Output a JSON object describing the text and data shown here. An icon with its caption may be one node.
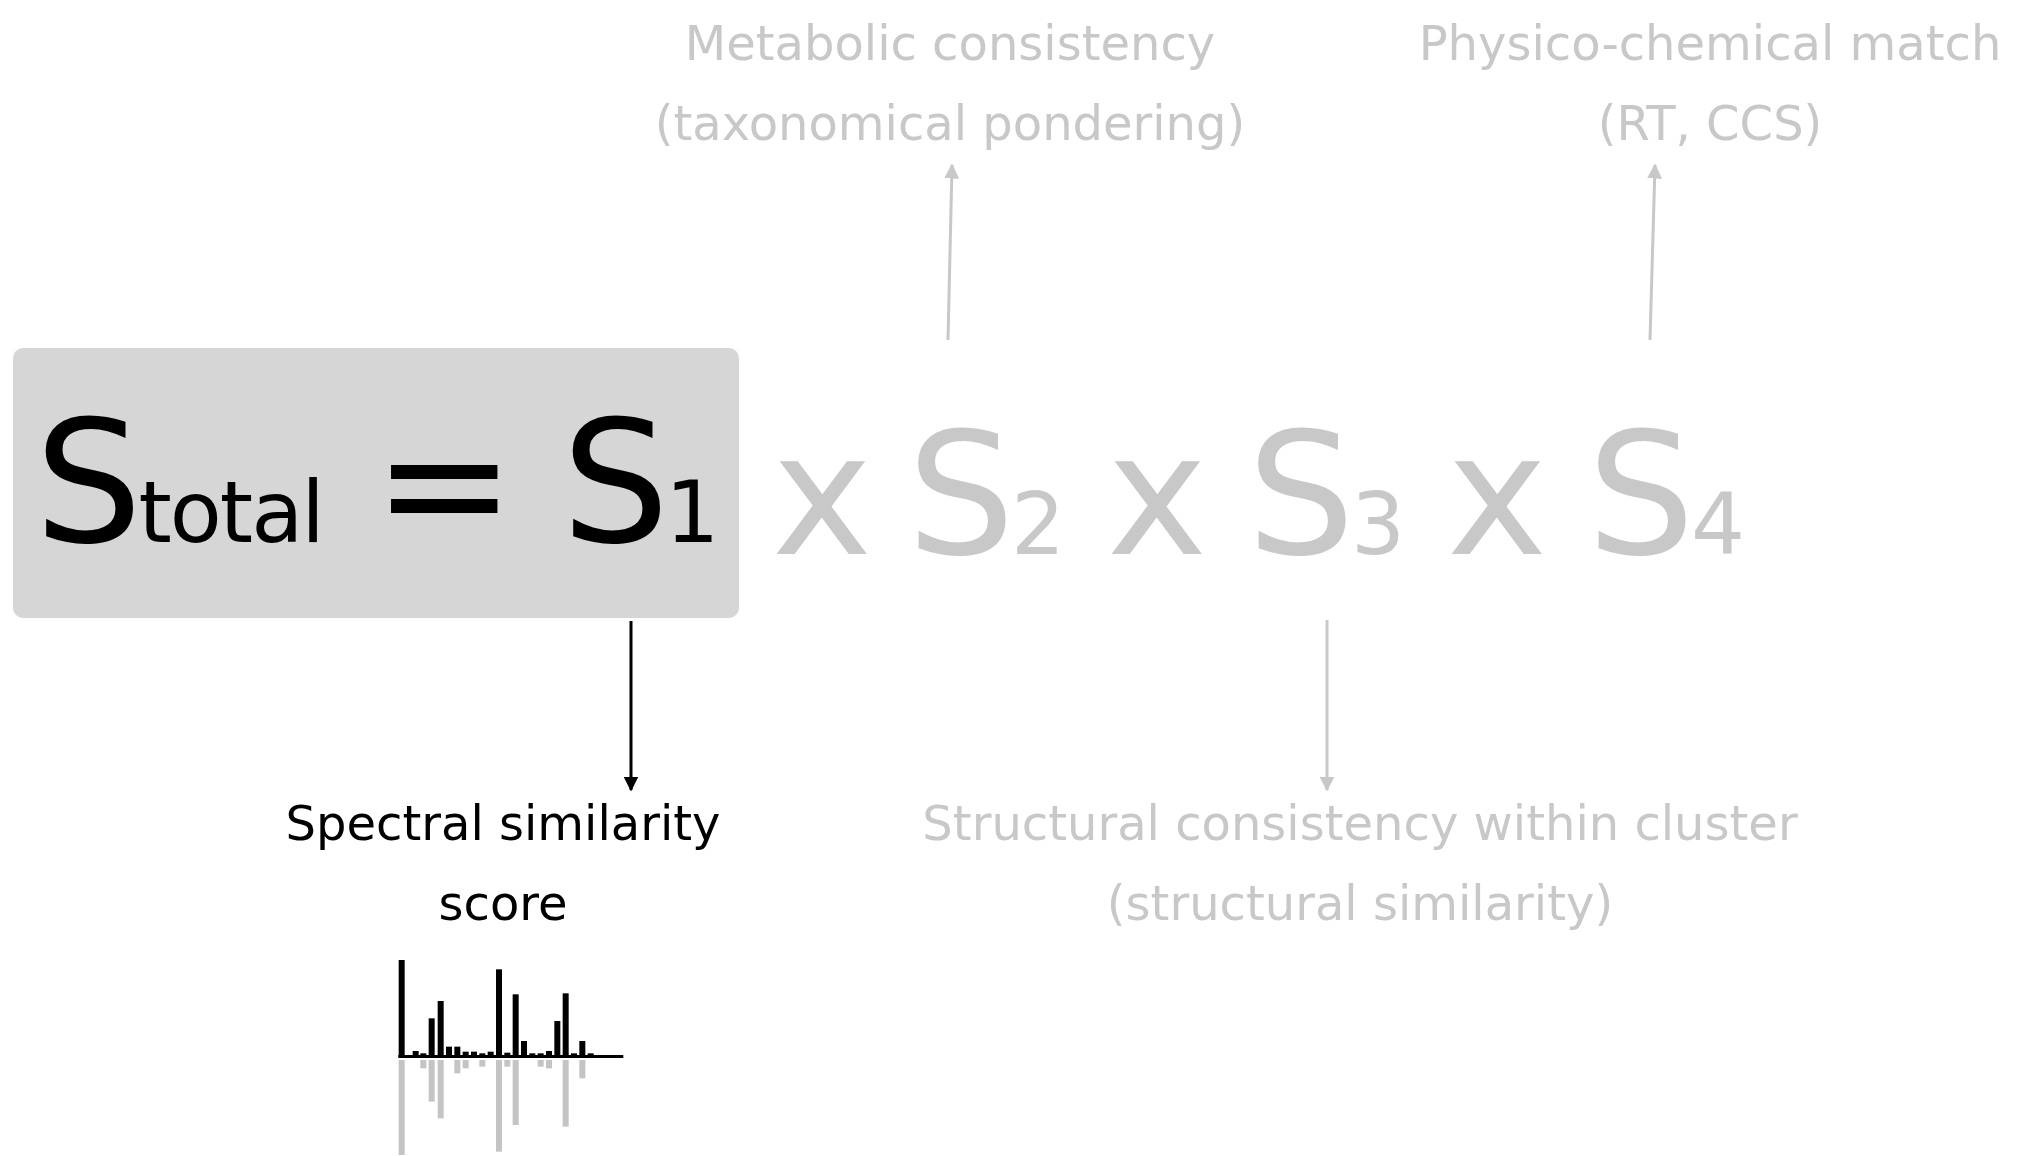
{
  "diagram": {
    "nodes": [
      {
        "text": [
          "S$_{total}$ = S$_{1}$"
        ]
      },
      {
        "text": [
          "S$_{2}$"
        ]
      },
      {
        "text": [
          "S$_{3}$"
        ]
      },
      {
        "text": [
          "S$_{4}$"
        ]
      },
      {
        "text": [
          "Metabolic consistency (taxonomical pondering)"
        ]
      },
      {
        "text": [
          "Physico-chemical match (RT, CCS)"
        ]
      },
      {
        "text": [
          "Spectral similarity score"
        ]
      },
      {
        "text": [
          "Structural consistency within cluster (structural similarity)"
        ]
      }
    ],
    "edges": [
      {
        "from": 0,
        "to": 6,
        "arrow": "to",
        "color": "#000000"
      },
      {
        "from": 1,
        "to": 4,
        "arrow": "to",
        "color": "#c8c8c8"
      },
      {
        "from": 2,
        "to": 7,
        "arrow": "to",
        "color": "#c8c8c8"
      },
      {
        "from": 3,
        "to": 5,
        "arrow": "to",
        "color": "#c8c8c8"
      }
    ],
    "labels": [
      "x",
      "x",
      "x"
    ]
  }
}
